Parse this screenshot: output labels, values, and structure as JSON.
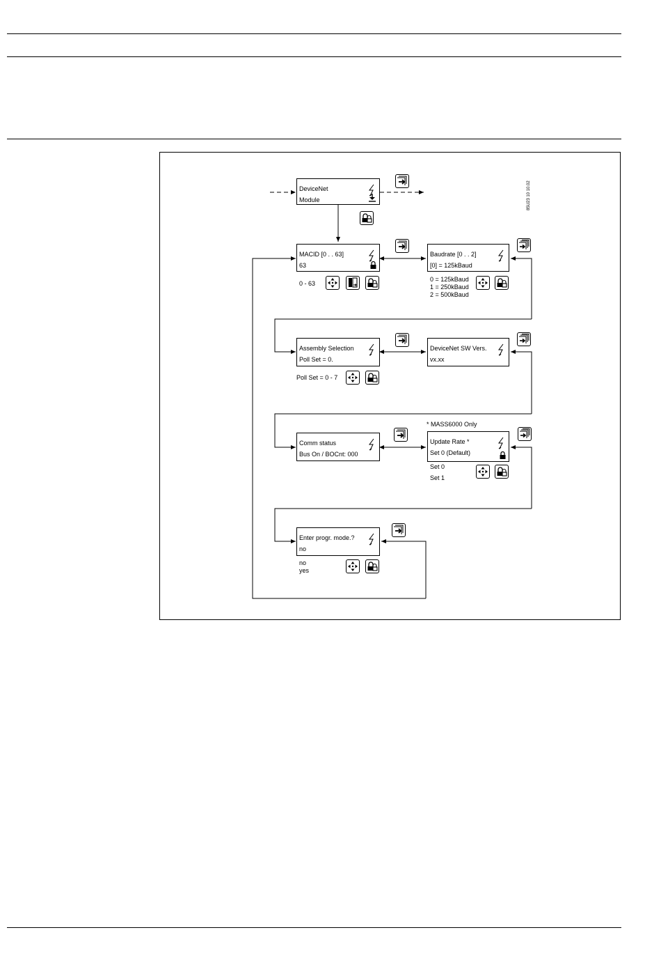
{
  "figure_code": "85U23 10 10.02",
  "note_mass": "* MASS6000 Only",
  "boxes": {
    "devicenet": {
      "line1": "DeviceNet",
      "line2": "Module"
    },
    "macid": {
      "line1": "MACID [0 . . 63]",
      "line2": "63"
    },
    "baudrate": {
      "line1": "Baudrate [0 . . 2]",
      "line2": "[0] = 125kBaud"
    },
    "assembly": {
      "line1": "Assembly Selection",
      "line2": "Poll Set = 0."
    },
    "swvers": {
      "line1": "DeviceNet SW Vers.",
      "line2": "vx.xx"
    },
    "comm": {
      "line1": "Comm status",
      "line2": "Bus On / BOCnt: 000"
    },
    "update": {
      "line1": "Update Rate *",
      "line2": "Set 0 (Default)"
    },
    "progr": {
      "line1": "Enter progr. mode.?",
      "line2": "no"
    }
  },
  "options": {
    "macid": "0 - 63",
    "baud": [
      "0 = 125kBaud",
      "1 = 250kBaud",
      "2 = 500kBaud"
    ],
    "poll": "Poll Set = 0 - 7",
    "update": [
      "Set 0",
      "Set 1"
    ],
    "progr": [
      "no",
      "yes"
    ]
  },
  "icons": {
    "forward": "forward-key-icon",
    "scroll": "scroll-key-icon",
    "lock": "lock-key-icon",
    "arrows": "arrow-keys-icon",
    "enter": "enter-key-icon",
    "bolt": "lightning-icon"
  }
}
